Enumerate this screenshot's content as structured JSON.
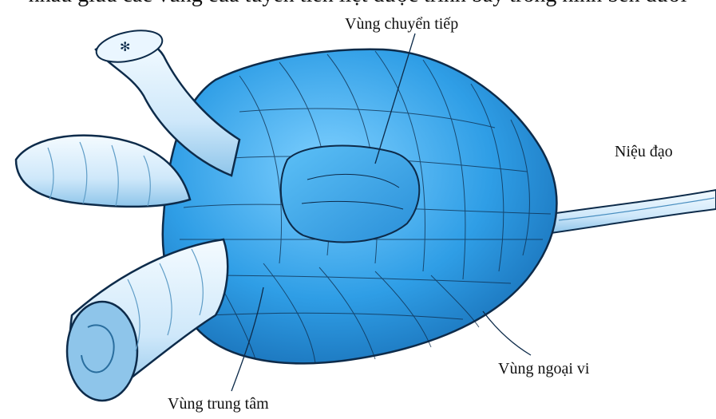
{
  "caption_fragment": "nhau giữa các vùng của tuyến tiền liệt được trình bày trong hình bên dưới",
  "labels": {
    "transition_zone": "Vùng chuyển tiếp",
    "urethra": "Niệu đạo",
    "peripheral_zone": "Vùng ngoại vi",
    "central_zone": "Vùng trung tâm"
  },
  "colors": {
    "gland_fill": "#2f9ee6",
    "gland_dark": "#1c6fb5",
    "duct_fill": "#d6ecfb",
    "line": "#0d2b4a"
  }
}
